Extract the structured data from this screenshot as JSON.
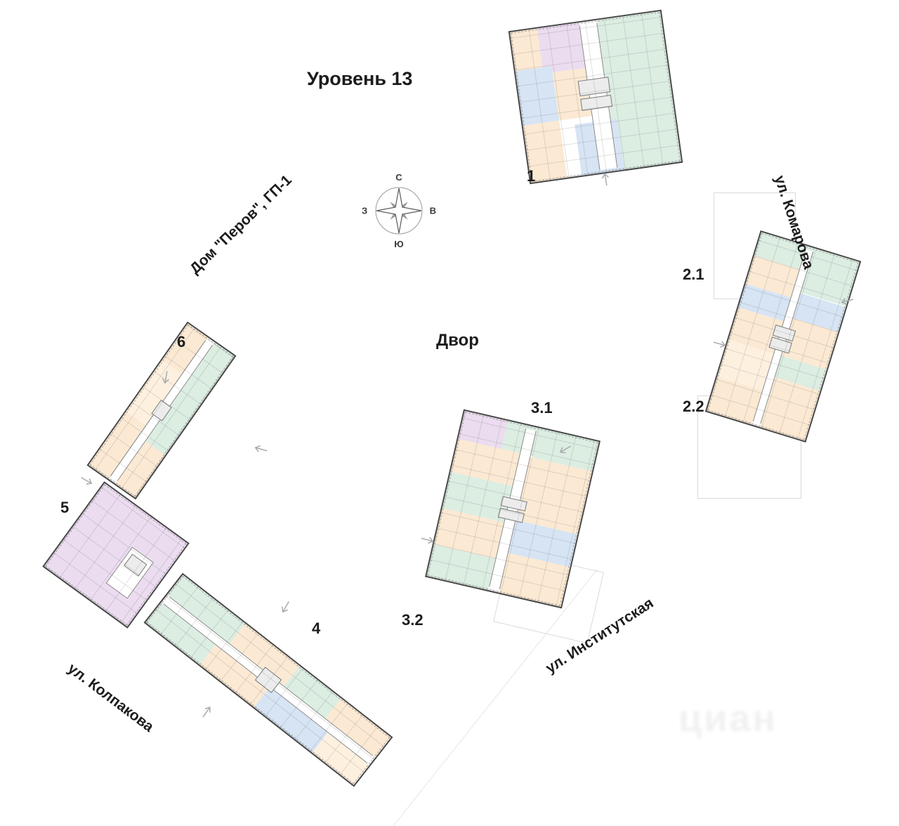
{
  "title": "Уровень 13",
  "project_name": "Дом \"Перов\", ГП-1",
  "courtyard_label": "Двор",
  "compass": {
    "north": "С",
    "east": "В",
    "south": "Ю",
    "west": "З"
  },
  "streets": {
    "komarova": "ул. Комарова",
    "institutskaya": "ул. Институтская",
    "kolpakova": "ул. Колпакова"
  },
  "buildings": {
    "b1": "1",
    "b21": "2.1",
    "b22": "2.2",
    "b31": "3.1",
    "b32": "3.2",
    "b4": "4",
    "b5": "5",
    "b6": "6"
  },
  "watermark": "циан",
  "colors": {
    "unit_green": "#dcede2",
    "unit_orange": "#fbe9d3",
    "unit_peach": "#fdf0df",
    "unit_blue": "#d6e4f4",
    "unit_purple": "#ebdcf0",
    "building_outline": "#454545",
    "street_text": "#1c1c1c",
    "arrow": "#a7abb0"
  }
}
